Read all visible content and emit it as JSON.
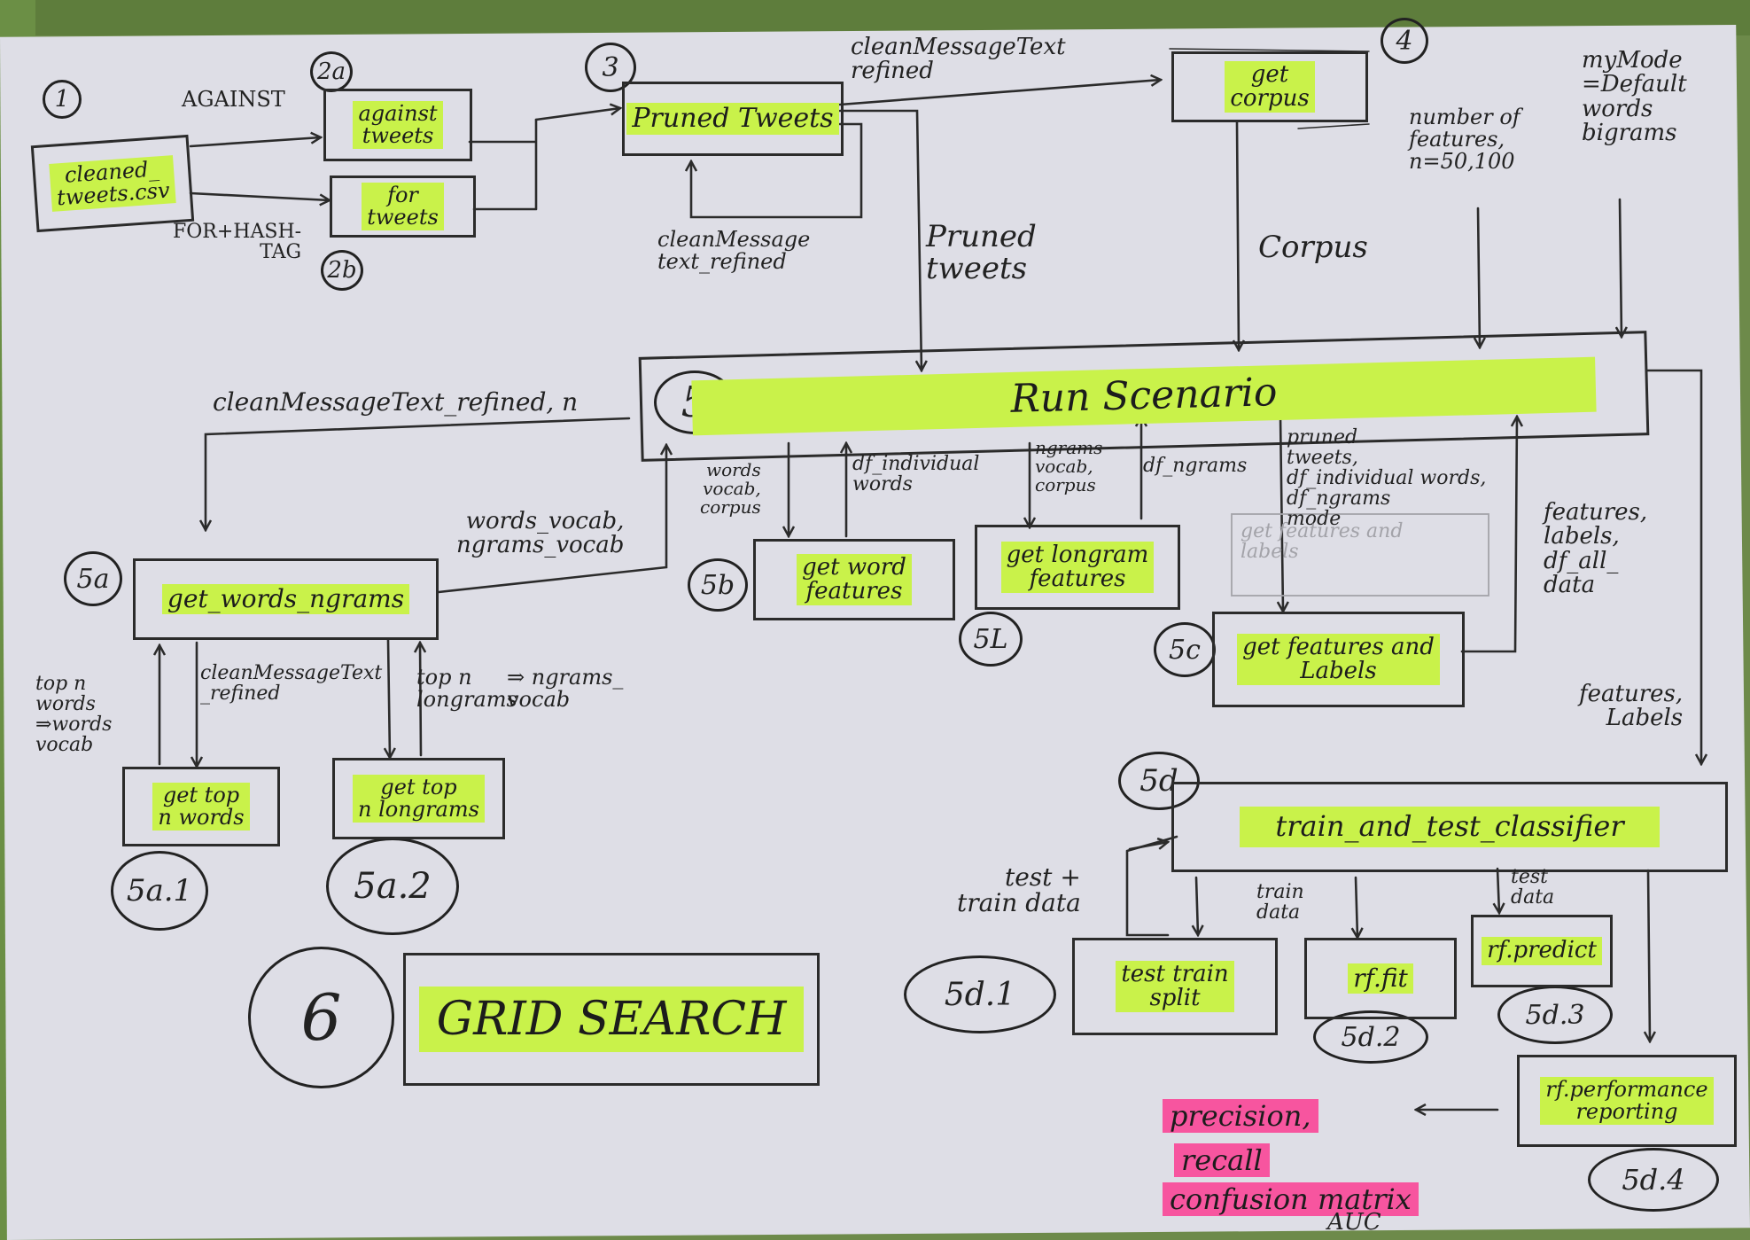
{
  "nodes": {
    "cleaned_tweets_csv": "cleaned_\ntweets.csv",
    "against_tweets": "against\ntweets",
    "for_tweets": "for\ntweets",
    "pruned_tweets": "Pruned Tweets",
    "get_corpus": "get\ncorpus",
    "run_scenario": "Run Scenario",
    "get_words_ngrams": "get_words_ngrams",
    "get_word_features": "get word\nfeatures",
    "get_longram_features": "get longram\nfeatures",
    "get_features_and_labels": "get features and\nLabels",
    "get_top_n_words": "get top\nn words",
    "get_top_n_longrams": "get top\nn longrams",
    "train_and_test_classifier": "train_and_test_classifier",
    "test_train_split": "test train\nsplit",
    "rf_fit": "rf.fit",
    "rf_predict": "rf.predict",
    "rf_performance_reporting": "rf.performance\nreporting",
    "grid_search": "GRID SEARCH"
  },
  "steps": {
    "s1": "1",
    "s2a": "2a",
    "s2b": "2b",
    "s3": "3",
    "s4": "4",
    "s5": "5",
    "s5a": "5a",
    "s5b": "5b",
    "s5L": "5L",
    "s5c": "5c",
    "s5d": "5d",
    "s5a1": "5a.1",
    "s5a2": "5a.2",
    "s6": "6",
    "s5d1": "5d.1",
    "s5d2": "5d.2",
    "s5d3": "5d.3",
    "s5d4": "5d.4"
  },
  "edge_labels": {
    "against": "AGAINST",
    "for_hashtag": "FOR+HASH-\nTAG",
    "clean_refined_top": "cleanMessageText\nrefined",
    "clean_refined_loop": "cleanMessage\ntext_refined",
    "pruned_tweets": "Pruned\ntweets",
    "corpus": "Corpus",
    "number_of_features": "number of\nfeatures,\nn=50,100",
    "my_mode": "myMode\n=Default\nwords\nbigrams",
    "clean_refined_n": "cleanMessageText_refined, n",
    "words_ngrams_vocab": "words_vocab,\nngrams_vocab",
    "words_vocab_corpus": "words\nvocab,\ncorpus",
    "df_individual_words": "df_individual\nwords",
    "ngrams_vocab_corpus": "ngrams\nvocab,\ncorpus",
    "df_ngrams": "df_ngrams",
    "pruned_df_mode": "pruned\ntweets,\ndf_individual words,\ndf_ngrams\nmode",
    "crossed_out": "get features and\nlabels",
    "features_labels_df": "features,\nlabels,\ndf_all_\ndata",
    "features_labels": "features,\nLabels",
    "top_n_words_vocab": "top n\nwords\n⇒words\nvocab",
    "clean_refined_mid": "cleanMessageText\n_refined",
    "top_n_longrams": "top n\nlongrams",
    "ngrams_vocab": "⇒ ngrams_\nvocab",
    "test_train_data": "test +\ntrain data",
    "train_data": "train\ndata",
    "test_data": "test\ndata"
  },
  "outputs": {
    "line1": "precision,",
    "line2": "recall",
    "line3": "confusion matrix",
    "line4": "AUC"
  },
  "colors": {
    "highlight": "#c9f24a",
    "pink": "#f7559f",
    "ink": "#2b2b2b",
    "paper": "#dedee6"
  }
}
